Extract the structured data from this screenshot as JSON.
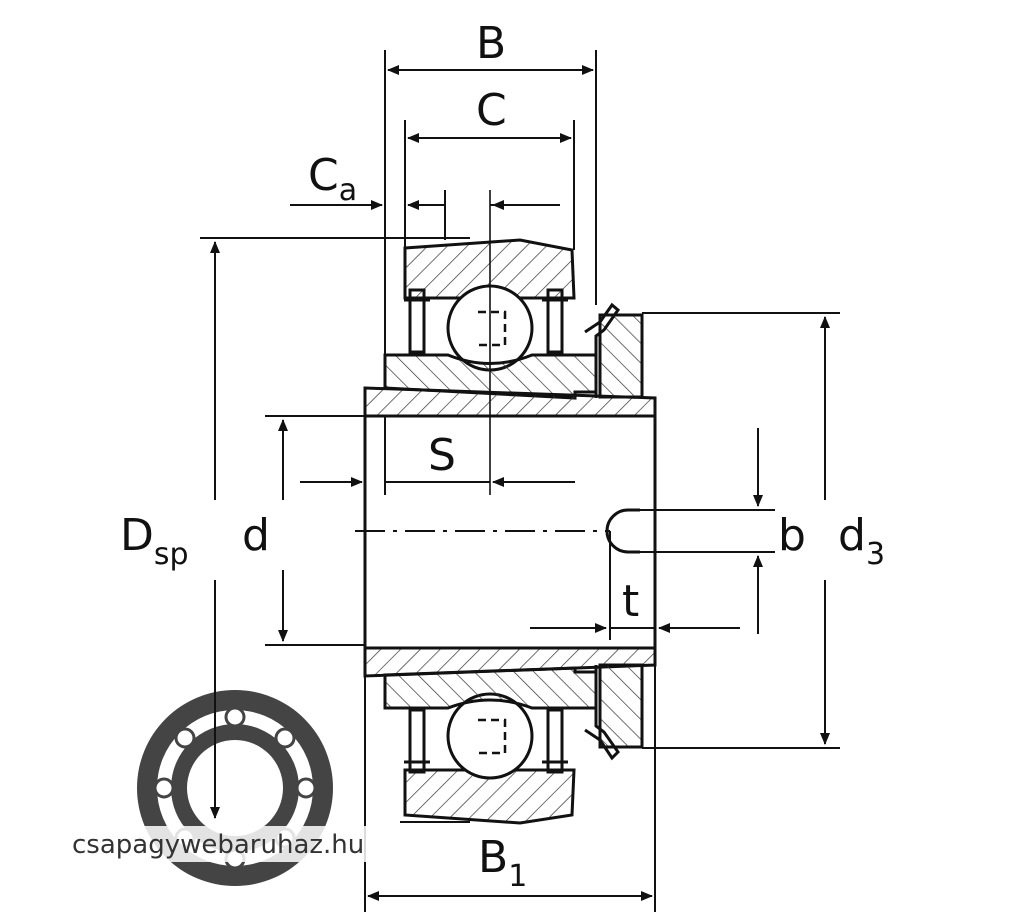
{
  "labels": {
    "B": "B",
    "C": "C",
    "Ca_main": "C",
    "Ca_sub": "a",
    "S": "S",
    "d": "d",
    "Dsp_main": "D",
    "Dsp_sub": "sp",
    "b": "b",
    "d3_main": "d",
    "d3_sub": "3",
    "t": "t",
    "B1_main": "B",
    "B1_sub": "1"
  },
  "watermark": {
    "text": "csapagywebaruhaz.hu",
    "logo_icon": "bearing-logo-icon"
  },
  "colors": {
    "line": "#111111",
    "hatch": "#333333",
    "logo": "#444444"
  }
}
